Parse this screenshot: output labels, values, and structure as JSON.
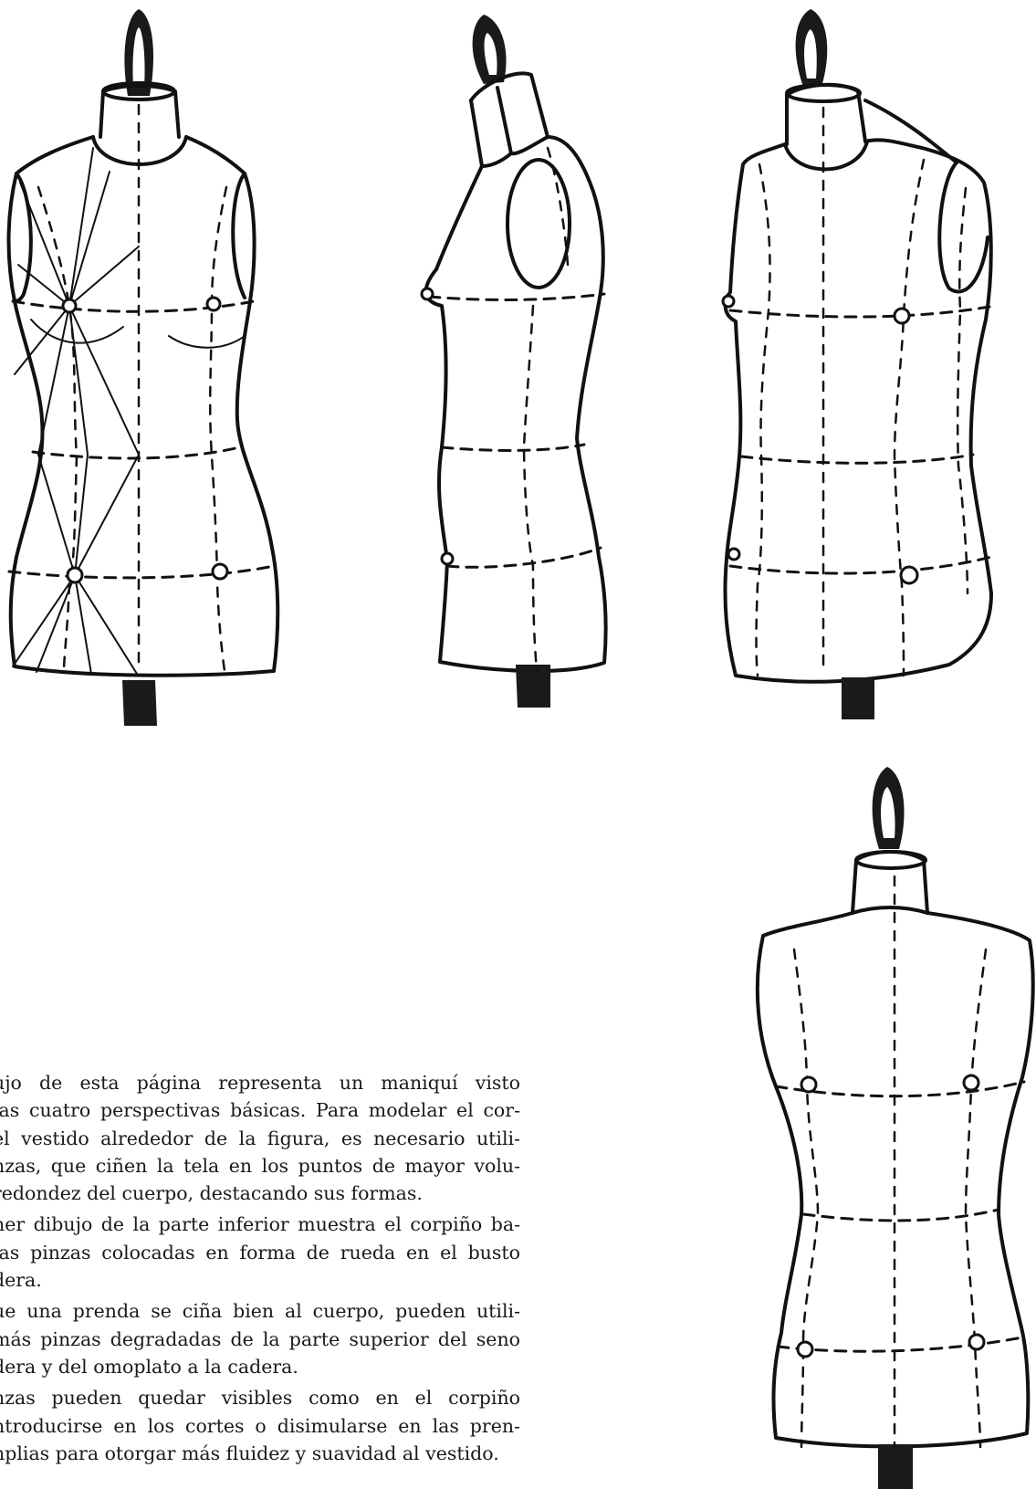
{
  "figures": {
    "front_view": {
      "icon": "mannequin-front-with-wheel-darts"
    },
    "side_view": {
      "icon": "mannequin-side-profile"
    },
    "three_quarter_view": {
      "icon": "mannequin-three-quarter"
    },
    "back_view": {
      "icon": "mannequin-back"
    }
  },
  "text": {
    "paragraphs": [
      {
        "lines": [
          "ujo de esta página representa un maniquí visto",
          "las cuatro perspectivas básicas. Para modelar el cor-",
          "el vestido alrededor de la figura, es necesario utili-",
          "nzas, que ciñen la tela en los puntos de mayor volu-",
          "redondez del cuerpo, destacando sus formas."
        ]
      },
      {
        "lines": [
          "ner dibujo de la parte inferior muestra el corpiño ba-",
          "las pinzas colocadas en forma de rueda en el busto",
          "dera."
        ]
      },
      {
        "lines": [
          "ue una prenda se ciña bien al cuerpo, pueden utili-",
          "más pinzas degradadas de la parte superior del seno",
          "dera y del omoplato a la cadera."
        ]
      },
      {
        "lines": [
          "nzas pueden quedar visibles como en el corpiño",
          "ntroducirse en los cortes o disimularse en las pren-",
          "nplias para otorgar más fluidez y suavidad al vestido."
        ]
      }
    ]
  }
}
